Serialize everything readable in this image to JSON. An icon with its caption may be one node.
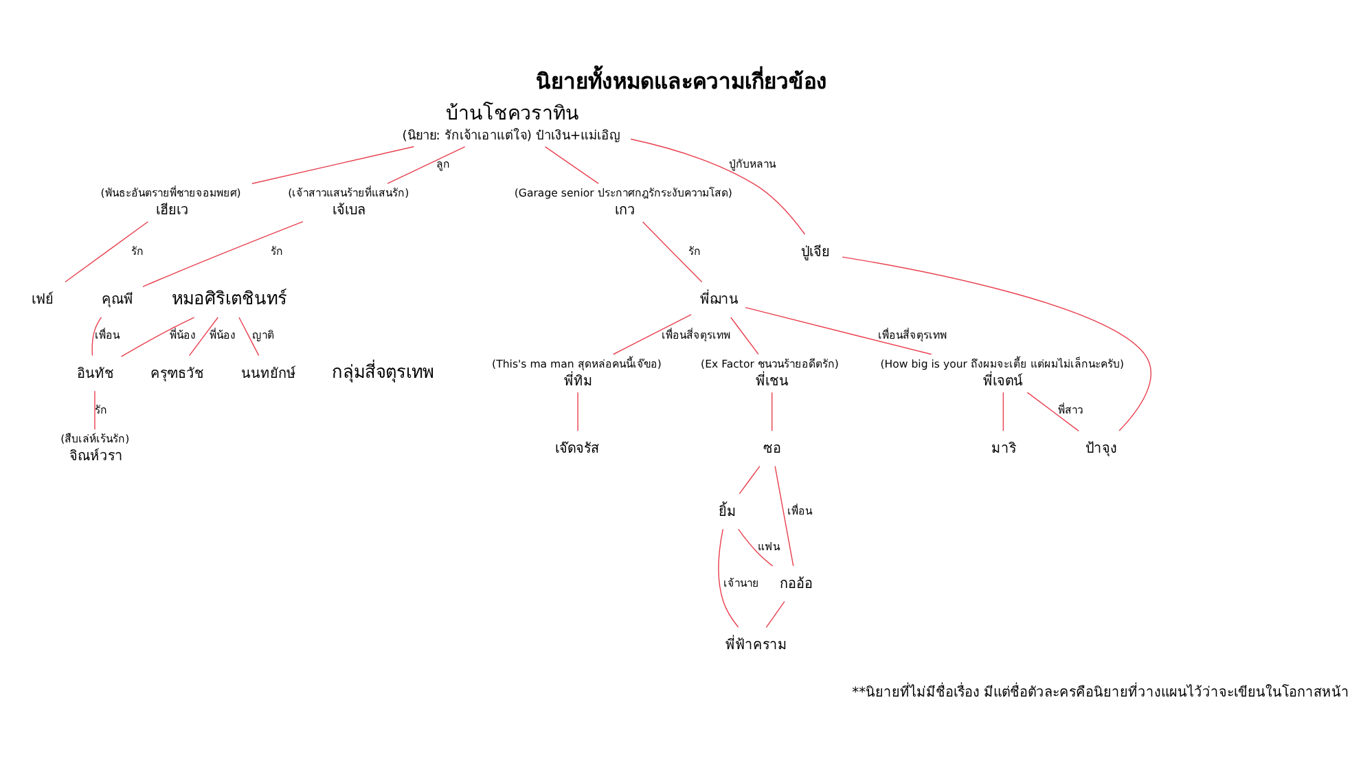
{
  "diagram": {
    "title": "นิยายทั้งหมดและความเกี่ยวข้อง",
    "caption": "**นิยายที่ไม่มีชื่อเรื่อง มีแต่ชื่อตัวละครคือนิยายที่วางแผนไว้ว่าจะเขียนในโอกาสหน้า",
    "nodes": [
      {
        "text": [
          "บ้านโชควราทิน",
          "(นิยาย: รักเจ้าเอาแต่ใจ) ป๋าเงิน+แม่เอิญ"
        ]
      },
      {
        "text": [
          "เฮียเว"
        ],
        "beside": [
          "(พันธะอันตรายพี่ชายจอมพยศ)"
        ]
      },
      {
        "text": [
          "เจ้เบล"
        ],
        "beside": [
          "(เจ้าสาวแสนร้ายที่แสนรัก)"
        ]
      },
      {
        "text": [
          "เกว"
        ],
        "beside": [
          "(Garage senior ประกาศกฎรักระงับความโสด)"
        ]
      },
      {
        "text": [
          "เฟย์"
        ]
      },
      {
        "text": [
          "คุณพี"
        ]
      },
      {
        "text": [
          "ครุฑธวัช"
        ]
      },
      {
        "text": [
          "หมอศิริเตชินทร์"
        ]
      },
      {
        "text": [
          "อินทัช"
        ]
      },
      {
        "text": [
          "จิณห์วรา"
        ],
        "beside": [
          "(สืบเล่ห์เร้นรัก)"
        ]
      },
      {
        "text": [
          "นนทยักษ์"
        ]
      },
      {
        "text": [
          "พี่ฌาน"
        ]
      },
      {
        "text": [
          "พี่ทิม"
        ],
        "beside": [
          "(This's ma man สุดหล่อคนนี้เจ๊ขอ)"
        ]
      },
      {
        "text": [
          "เจ๊ดจรัส"
        ]
      },
      {
        "text": [
          "พี่เชน"
        ],
        "beside": [
          "(Ex Factor ชนวนร้ายอดีตรัก)"
        ]
      },
      {
        "text": [
          "ซอ"
        ]
      },
      {
        "text": [
          "ยิ้ม"
        ]
      },
      {
        "text": [
          "กออ้อ"
        ]
      },
      {
        "text": [
          "พี่ฟ้าคราม"
        ]
      },
      {
        "text": [
          "พี่เจตน์"
        ],
        "beside": [
          "(How big is your ถึงผมจะเตี้ย แต่ผมไม่เล็กนะครับ)"
        ]
      },
      {
        "text": [
          "มาริ"
        ]
      },
      {
        "text": [
          "ป้าจุง"
        ]
      },
      {
        "text": [
          "ปู่เจีย"
        ]
      }
    ],
    "edges": [
      {
        "from": 0,
        "to": 1,
        "arrow": "none"
      },
      {
        "from": 0,
        "to": 2,
        "arrow": "none",
        "label": "ลูก"
      },
      {
        "from": 0,
        "to": 3,
        "arrow": "none"
      },
      {
        "from": 0,
        "to": 22,
        "arrow": "none",
        "label": "ปู่กับหลาน"
      },
      {
        "from": 1,
        "to": 4,
        "arrow": "none",
        "label": "รัก"
      },
      {
        "from": 2,
        "to": 5,
        "arrow": "none",
        "label": "รัก"
      },
      {
        "from": 5,
        "to": 8,
        "arrow": "none",
        "label": "เพื่อน"
      },
      {
        "from": 7,
        "to": 6,
        "arrow": "none",
        "label": "พี่น้อง"
      },
      {
        "from": 7,
        "to": 8,
        "arrow": "none",
        "label": "พี่น้อง"
      },
      {
        "from": 7,
        "to": 10,
        "arrow": "none",
        "label": "ญาติ"
      },
      {
        "from": 8,
        "to": 9,
        "arrow": "none",
        "label": "รัก"
      },
      {
        "from": 3,
        "to": 11,
        "arrow": "none",
        "label": "รัก"
      },
      {
        "from": 11,
        "to": 12,
        "arrow": "none",
        "label": "เพื่อนสี่จตุรเทพ"
      },
      {
        "from": 11,
        "to": 14,
        "arrow": "none"
      },
      {
        "from": 11,
        "to": 19,
        "arrow": "none",
        "label": "เพื่อนสี่จตุรเทพ"
      },
      {
        "from": 12,
        "to": 13,
        "arrow": "none"
      },
      {
        "from": 14,
        "to": 15,
        "arrow": "none"
      },
      {
        "from": 15,
        "to": 16,
        "arrow": "none"
      },
      {
        "from": 15,
        "to": 17,
        "arrow": "none",
        "label": "เพื่อน"
      },
      {
        "from": 16,
        "to": 17,
        "arrow": "none",
        "label": "แฟน"
      },
      {
        "from": 16,
        "to": 18,
        "arrow": "none",
        "label": "เจ้านาย"
      },
      {
        "from": 17,
        "to": 18,
        "arrow": "none"
      },
      {
        "from": 19,
        "to": 20,
        "arrow": "none"
      },
      {
        "from": 19,
        "to": 21,
        "arrow": "none",
        "label": "พี่สาว"
      },
      {
        "from": 22,
        "to": 21,
        "arrow": "none"
      }
    ],
    "labels": [
      "กลุ่มสี่จตุรเทพ"
    ]
  }
}
